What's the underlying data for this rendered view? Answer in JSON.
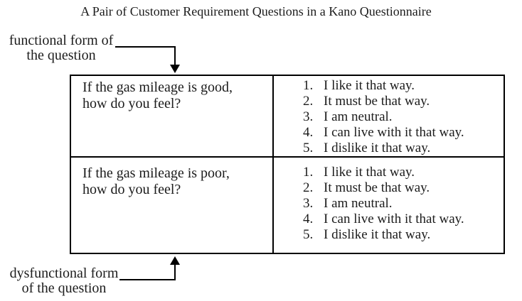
{
  "title": "A Pair of Customer Requirement Questions in a Kano Questionnaire",
  "functional_label": {
    "line1": "functional form of",
    "line2": "the question"
  },
  "dysfunctional_label": {
    "line1": "dysfunctional form",
    "line2": "of the question"
  },
  "table": {
    "rows": [
      {
        "question_line1": "If the gas mileage is good,",
        "question_line2": "how do you feel?",
        "options": [
          {
            "num": "1.",
            "text": "I like it that way."
          },
          {
            "num": "2.",
            "text": "It must be that way."
          },
          {
            "num": "3.",
            "text": "I am neutral."
          },
          {
            "num": "4.",
            "text": "I can live with it that way."
          },
          {
            "num": "5.",
            "text": "I dislike it that way."
          }
        ]
      },
      {
        "question_line1": "If the gas mileage is poor,",
        "question_line2": "how do you feel?",
        "options": [
          {
            "num": "1.",
            "text": "I like it that way."
          },
          {
            "num": "2.",
            "text": "It must be that way."
          },
          {
            "num": "3.",
            "text": "I am neutral."
          },
          {
            "num": "4.",
            "text": "I can live with it that way."
          },
          {
            "num": "5.",
            "text": "I dislike it that way."
          }
        ]
      }
    ]
  },
  "colors": {
    "background": "#ffffff",
    "text": "#1c1c1c",
    "line": "#000000"
  }
}
